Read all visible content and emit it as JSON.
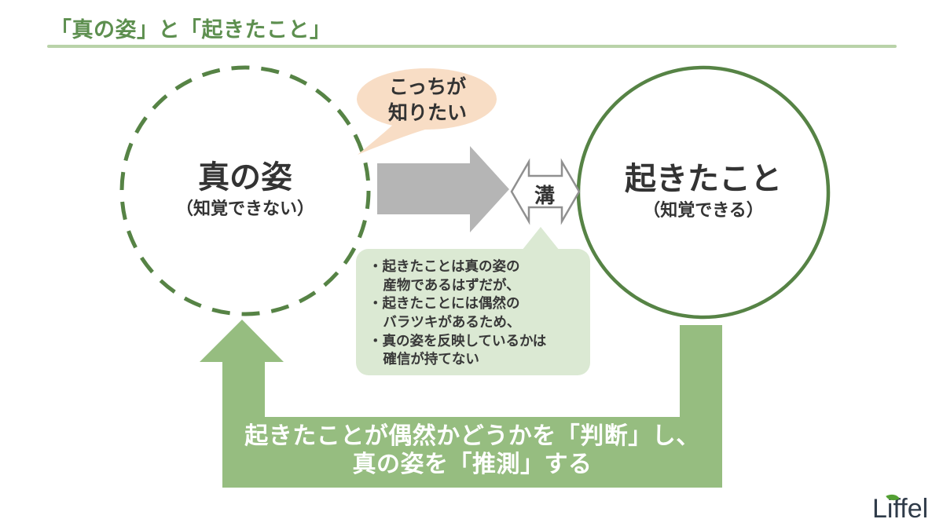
{
  "title": "「真の姿」と「起きたこと」",
  "left_circle": {
    "label": "真の姿",
    "sublabel": "（知覚できない）"
  },
  "right_circle": {
    "label": "起きたこと",
    "sublabel": "（知覚できる）"
  },
  "speech_bubble": {
    "text": "こっちが\n知りたい"
  },
  "gap_arrow": {
    "label": "溝"
  },
  "gap_box": {
    "items": [
      "・起きたことは真の姿の\n産物であるはずだが、",
      "・起きたことには偶然の\nバラツキがあるため、",
      "・真の姿を反映しているかは\n確信が持てない"
    ]
  },
  "feedback_arrow": {
    "text": "起きたことが偶然かどうかを「判断」し、\n真の姿を「推測」する"
  },
  "logo": {
    "text": "Liffel"
  },
  "colors": {
    "title_green": "#5d8f4f",
    "circle_green": "#568345",
    "underline_green": "#b9d3a9",
    "arrow_gray": "#b5b5b5",
    "gap_arrow_border": "#909090",
    "gap_box_green": "#dbe9d3",
    "feedback_green": "#96bd80",
    "bubble_peach": "#f8ddc5",
    "text_dark": "#333333",
    "logo_navy": "#2f3b49",
    "leaf_green": "#53a033"
  }
}
